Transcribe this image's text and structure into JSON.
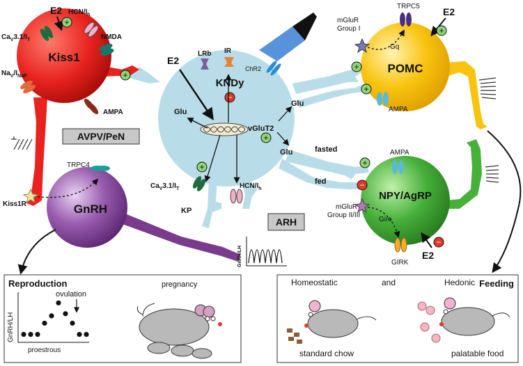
{
  "neurons": {
    "kiss1": {
      "name": "Kiss1",
      "color": "#e8231f"
    },
    "kndy": {
      "name": "KNDy",
      "color": "#b9dde8"
    },
    "pomc": {
      "name": "POMC",
      "color": "#f8c40f"
    },
    "npy": {
      "name": "NPY/AgRP",
      "color": "#46b03a"
    },
    "gnrh": {
      "name": "GnRH",
      "color": "#7a3b8c"
    }
  },
  "kiss1_labels": {
    "e2": "E2",
    "hcn": "HCN/I",
    "hcn_sub": "h",
    "nmda": "NMDA",
    "cav": "Ca",
    "cav_sub": "V",
    "cav_rest": "3.1/I",
    "cav_sub2": "T",
    "nav": "Na",
    "nav_sub": "V",
    "nav_rest": "/I",
    "nav_sub2": "NaP",
    "ampa": "AMPA"
  },
  "region_labels": {
    "avpv": "AVPV/PeN",
    "arh": "ARH"
  },
  "kndy_labels": {
    "e2": "E2",
    "lrb": "LRb",
    "ir": "IR",
    "chr2": "ChR2",
    "glu": "Glu",
    "vglut2": "vGluT2",
    "cav": "Ca",
    "cav_sub": "V",
    "cav_rest": "3.1/I",
    "cav_sub2": "T",
    "kp": "KP",
    "hcn": "HCN/I",
    "hcn_sub": "h",
    "fasted": "fasted",
    "fed": "fed"
  },
  "gnrh_labels": {
    "trpc4": "TRPC4",
    "kiss1r": "Kiss1R",
    "pulse_label": "GnRH/LH"
  },
  "pomc_labels": {
    "trpc5": "TRPC5",
    "e2": "E2",
    "mglur1": "mGluR",
    "mglur1b": "Group I",
    "gq": "Gq",
    "ampa": "AMPA"
  },
  "npy_labels": {
    "ampa": "AMPA",
    "mglur": "mGluR",
    "mglurb": "Group II/III",
    "gio": "Gi/o",
    "girk": "GIRK",
    "e2": "E2"
  },
  "signs": {
    "plus": "+",
    "minus": "−"
  },
  "reproduction": {
    "title": "Reproduction",
    "ylabel": "GnRH/LH",
    "xlabel": "proestrous",
    "ovulation": "ovulation",
    "pregnancy": "pregnancy",
    "dots": [
      0.12,
      0.12,
      0.12,
      0.38,
      0.55,
      0.85,
      0.6,
      0.38,
      0.12,
      0.12
    ]
  },
  "feeding": {
    "title": "Feeding",
    "homeostatic": "Homeostatic",
    "and": "and",
    "hedonic": "Hedonic",
    "chow": "standard chow",
    "palatable": "palatable food"
  }
}
